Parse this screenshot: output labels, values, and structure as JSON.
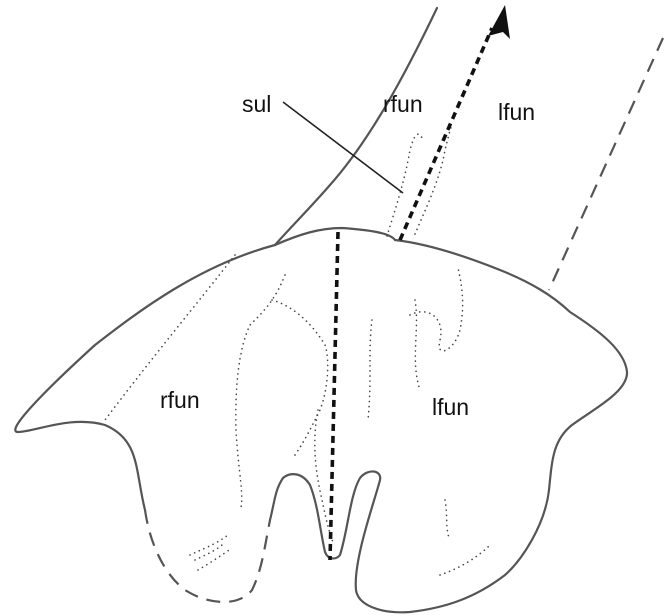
{
  "labels": {
    "sul": "sul",
    "rfun_top": "rfun",
    "lfun_top": "lfun",
    "rfun_body": "rfun",
    "lfun_body": "lfun"
  }
}
